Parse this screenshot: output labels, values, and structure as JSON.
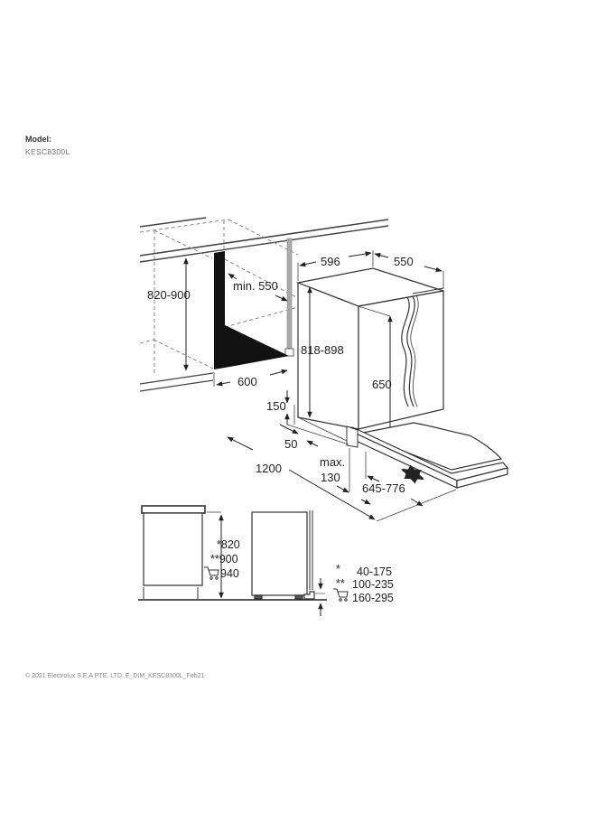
{
  "model": {
    "label": "Model:",
    "value": "KESC8300L"
  },
  "footer": {
    "text": "© 2021 Electrolux S.E.A PTE. LTD.  E_DIM_KESC8300L_Feb21"
  },
  "dimensions": {
    "niche_height": "820-900",
    "min_depth": "min. 550",
    "niche_width": "600",
    "appliance_height": "818-898",
    "appliance_width": "596",
    "appliance_depth": "550",
    "inner_height": "650",
    "plinth_height": "150",
    "plinth_offset": "50",
    "door_swing": "1200",
    "max_label": "max.",
    "max_value": "130",
    "door_range": "645-776"
  },
  "side_view": {
    "heights": [
      {
        "marker": "*",
        "value": "820"
      },
      {
        "marker": "**",
        "value": "900"
      },
      {
        "marker": "cart",
        "value": "940"
      }
    ],
    "plinths": [
      {
        "marker": "*",
        "value": "40-175"
      },
      {
        "marker": "**",
        "value": "100-235"
      },
      {
        "marker": "cart",
        "value": "160-295"
      }
    ]
  }
}
